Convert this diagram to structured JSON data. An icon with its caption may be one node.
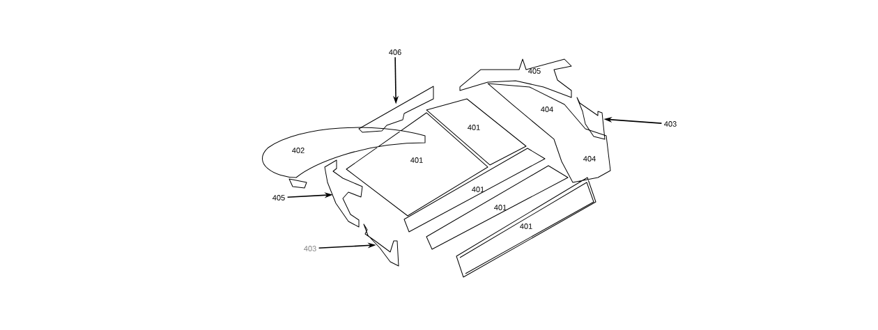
{
  "diagram": {
    "nodes": [
      {
        "text": [
          "406"
        ]
      },
      {
        "text": [],
        "shape": "picture"
      },
      {
        "text": [
          "403"
        ]
      },
      {
        "text": [],
        "shape": "picture"
      },
      {
        "text": [
          "405"
        ]
      },
      {
        "text": [],
        "shape": "picture"
      },
      {
        "text": [
          "403"
        ]
      },
      {
        "text": [],
        "shape": "picture"
      }
    ],
    "edges": [
      {
        "from": 0,
        "to": 1,
        "arrow": "to"
      },
      {
        "from": 2,
        "to": 3,
        "arrow": "to"
      },
      {
        "from": 4,
        "to": 5,
        "arrow": "to"
      },
      {
        "from": 6,
        "to": 7,
        "arrow": "to"
      }
    ],
    "labels": [
      "405",
      "401",
      "404",
      "402",
      "401",
      "404",
      "401",
      "401",
      "401"
    ]
  }
}
